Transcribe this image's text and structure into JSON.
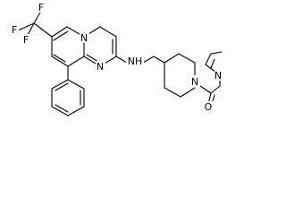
{
  "structure": {
    "atom_labels": {
      "f_top": "F",
      "f_left": "F",
      "f_bottom": "F",
      "n_naph_upper": "N",
      "n_naph_lower": "N",
      "nh": "NH",
      "n_piperidine": "N",
      "o_carbonyl": "O",
      "n_pyrrole": "N"
    }
  }
}
